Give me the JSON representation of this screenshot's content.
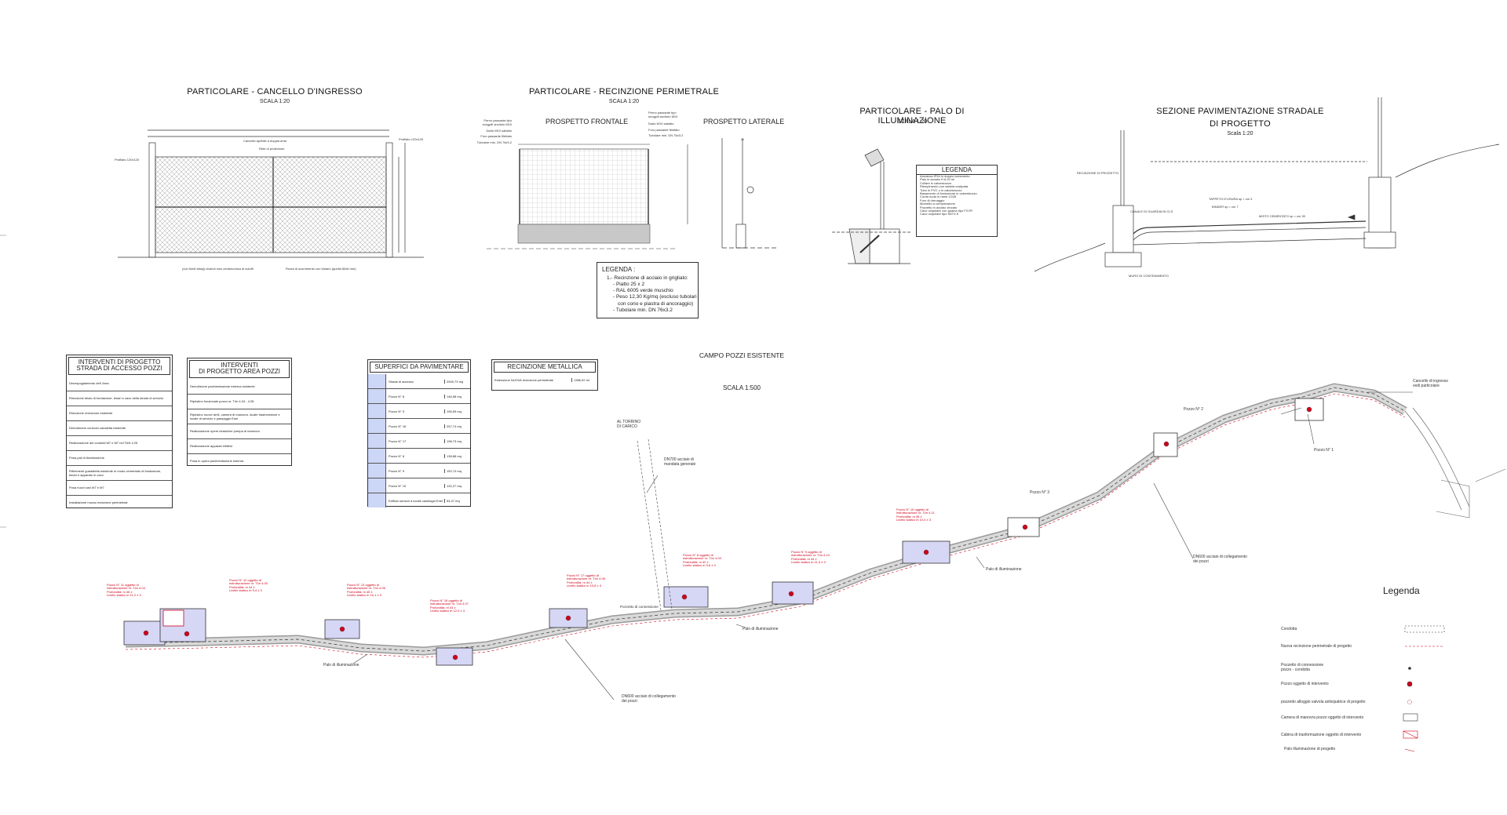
{
  "details": {
    "cancello": {
      "title": "PARTICOLARE  - CANCELLO D'INGRESSO",
      "scale": "SCALA 1:20",
      "notes": [
        "Cancello apribile a doppia anta",
        "Rete di protezione",
        "Profilato 120x120",
        "Profilato 120x120",
        "(con fioriti sfasij) vivandi mus ceramiomica di soluffi",
        "Ruota di scorrimento con binario (quella 80x8 mm)"
      ]
    },
    "recinzione": {
      "title": "PARTICOLARE  - RECINZIONE PERIMETRALE",
      "scale": "SCALA 1:20",
      "front": "PROSPETTO FRONTALE",
      "side": "PROSPETTO LATERALE",
      "left_notes": [
        "Perno passante tipo",
        "snogpili ancitulo M10",
        "Dado M10 saldato",
        "Foro passante filettato",
        "Tubolare min. DN 76x3.2"
      ],
      "right_notes": [
        "Perno passante tipo",
        "snogpili ancitulo M10",
        "Dado M10 saldato",
        "Foro passante filettato",
        "Tubolare min. DN 76x3.2"
      ],
      "legend_title": "LEGENDA :",
      "legend_lines": [
        "1.- Recinzione di acciaio in grigliato:",
        "- Piatto 25 x 2",
        "- RAL 6005 verde muschio",
        "- Peso 12,30 Kg/mq (escluso tubolari",
        "con cono e piastra di ancoraggio)",
        "- Tubolare min. DN 76x3.2"
      ]
    },
    "palo": {
      "title": "PARTICOLARE  - PALO DI ILLUMINAZIONE",
      "scale": "SCALA 1:20",
      "legend_title": "LEGENDA",
      "legend_items": [
        "Armatura IP54 in doppio isolamento",
        "Palo in acciaio H 6.20 ml",
        "Collare in calcestruzzo",
        "Riempimento con sabbia costipata",
        "Tubo in PVC o in calcestruzzo",
        "Basamento di fondazione in calcestruzzo",
        "Corda nuda in rame 1G35",
        "Foro di drenaggio",
        "Morsetto a compressione",
        "Pozzetto in acciaio zincato",
        "Cavo unipolare con guaina tipo FG7R",
        "Cavo unipolare tipo N07V-K"
      ]
    },
    "sezione": {
      "title": "SEZIONE PAVIMENTAZIONE STRADALE",
      "title2": "DI PROGETTO",
      "scale": "Scala 1:20",
      "labels": [
        "RECINZIONE DI PROGETTO",
        "TAPPETO D'USURA sp = cm 3",
        "BINDER sp = cm 7",
        "MISTO CEMENTATO sp = cm 30",
        "CANALE DI GUARDIA IN CLS",
        "MURO DI CONTENIMENTO"
      ]
    }
  },
  "tables": {
    "strada": {
      "title": "INTERVENTI DI PROGETTO\nSTRADA DI ACCESSO POZZI",
      "rows": [
        "Decespugliamento dell' Area",
        "Rimozione telaio di fondazione, binari e cavo della strada di servizio",
        "Rimozione recinzione esistente",
        "Demolizione cunicolo canaletta esistente",
        "Realizzazione dei condotti M7 e M7 nel TAN 4.25",
        "Posa pali di illuminazione",
        "Riferimenti guadaletta esistente in modo cementato di fondazione, binari e apparato in cavo",
        "Posa nuovi cavi M7 e M7",
        "Installazione nuova recinzione perimetrale"
      ]
    },
    "area": {
      "title": "INTERVENTI\nDI PROGETTO AREA POZZI",
      "rows": [
        "Demolizione pavimentazione esterna esistente",
        "Ripristino funzionale pozzo nr. T4n 4.04 - 4.05",
        "Ripristino nuove arrili, camera di manovra, locale trasformatore e locale di servizio e passaggio Enel",
        "Realizzazione opere idrauliche pompa di manovra",
        "Realizzazione  apparati elettrici",
        "Posa in opera pavimentazione esterna"
      ]
    },
    "superfici": {
      "title": "SUPERFICI DA PAVIMENTARE",
      "rows": [
        [
          "Strada di accesso",
          "2009,73 mq"
        ],
        [
          "Pozzo N° 8",
          "146,58 mq"
        ],
        [
          "Pozzo N° 9",
          "196,59 mq"
        ],
        [
          "Pozzo N° 16",
          "257,74 mq"
        ],
        [
          "Pozzo N° 17",
          "198,73 mq"
        ],
        [
          "Pozzo N° 8",
          "138,88 mq"
        ],
        [
          "Pozzo N° 9",
          "152,74 mq"
        ],
        [
          "Pozzo N° 10",
          "132,27 mq"
        ],
        [
          "Edificio sensori a locale caselagni Enel",
          "54,47 mq"
        ]
      ]
    },
    "recinzione_metallica": {
      "title": "RECINZIONE METALLICA",
      "rows": [
        [
          "Estensione NUOVA recinzione perimetrale",
          "1386,92 ml"
        ]
      ]
    }
  },
  "plan": {
    "title": "CAMPO POZZI ESISTENTE",
    "scale": "SCALA 1:500",
    "labels": {
      "torrino": "AL TORRINO\nDI CARICO",
      "dn700": "DN700 acciaio di\nmandata generale",
      "dn600a": "DN600 acciaio di collegamento\ndei pozzi",
      "dn600b": "DN600 acciaio di collegamento\ndei pozzi",
      "palo1": "Palo di illuminazione",
      "palo2": "Palo di illuminazione",
      "palo3": "Palo di illuminazione",
      "pozzo1": "Pozzo N° 1",
      "pozzo2": "Pozzo N° 2",
      "pozzo3": "Pozzo N° 3",
      "cancello": "Cancello di ingresso\nvedi particolare",
      "connessione": "Pozzetto di connessione"
    },
    "red_notes": [
      "Pozzo N° 11 oggetto di\nristrutturazione nr. T4n 4.04\nProfondità: m 46 ±\nLivello statico m 11,2 ± 3",
      "Pozzo N° 12 oggetto di\nristrutturazione nr. T4n 4.05\nProfondità: m 44 ±\nLivello statico m 9,4 ± 3",
      "Pozzo N° 13 oggetto di\nristrutturazione nr. T4n 4.06\nProfondità: m 45 ±\nLivello statico m 10,1 ± 3",
      "Pozzo N° 16 oggetto di\nristrutturazione nr. T4n 4.07\nProfondità: m 44 ±\nLivello statico m 12,0 ± 3",
      "Pozzo N° 17 oggetto di\nristrutturazione nr. T4n 4.08\nProfondità: m 44 ±\nLivello statico m 10,8 ± 3",
      "Pozzo N° 8 oggetto di\nristrutturazione nr. T4n 4.09\nProfondità: m 42 ±\nLivello statico m 9,6 ± 3",
      "Pozzo N° 9 oggetto di\nristrutturazione nr. T4n 4.10\nProfondità: m 44 ±\nLivello statico m 11,3 ± 3",
      "Pozzo N° 10 oggetto di\nristrutturazione nr. T4n 4.11\nProfondità: m 46 ±\nLivello statico m 10,4 ± 3"
    ]
  },
  "legend": {
    "title": "Legenda",
    "items": [
      "Condotta",
      "Nuova recinzione perimetrale di progetto",
      "Pozzetto di connessione\npozzo - condotta",
      "Pozzo oggetto di intervento",
      "pozzetto alloggio valvola anticipatrice di progetto",
      "Camera di manovra pozzo oggetto di intervento",
      "Cabina di trasformazione oggetto di intervento",
      "Palo illuminazione di progetto"
    ]
  }
}
